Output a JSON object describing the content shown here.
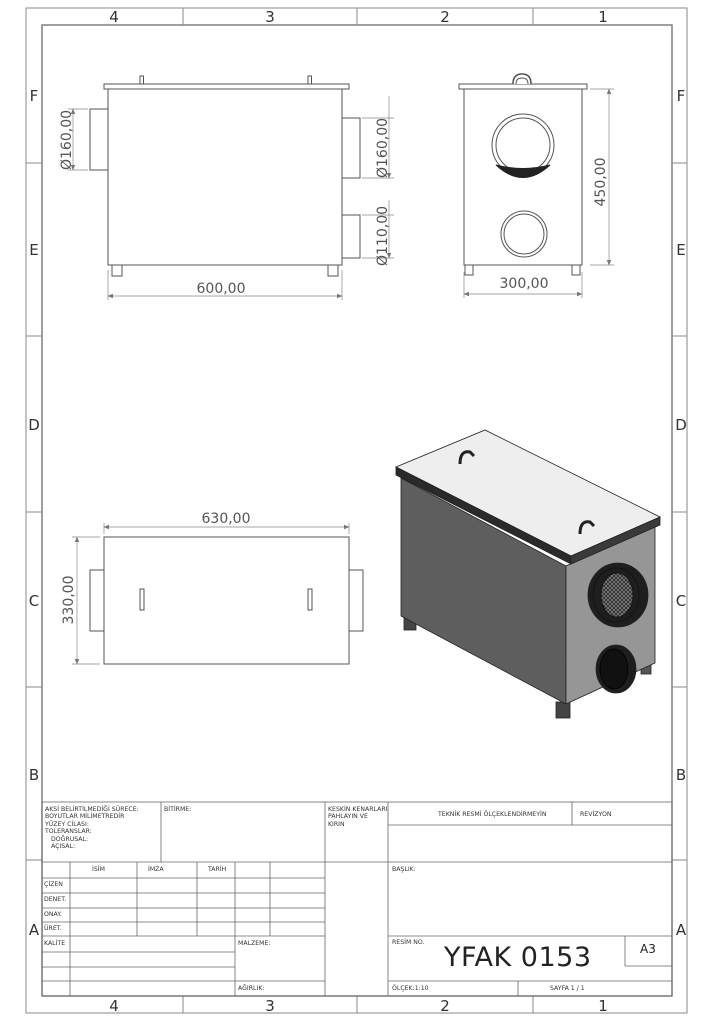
{
  "border": {
    "columns_top": [
      "4",
      "3",
      "2",
      "1"
    ],
    "columns_bottom": [
      "4",
      "3",
      "2",
      "1"
    ],
    "rows_left": [
      "F",
      "E",
      "D",
      "C",
      "B",
      "A"
    ],
    "rows_right": [
      "F",
      "E",
      "D",
      "C",
      "B",
      "A"
    ]
  },
  "dimensions": {
    "front_dia_left": "Ø160,00",
    "front_dia_right_top": "Ø160,00",
    "front_dia_right_bottom": "Ø110,00",
    "front_width": "600,00",
    "side_height": "450,00",
    "side_width": "300,00",
    "top_length": "630,00",
    "top_depth": "330,00"
  },
  "title_block": {
    "general_notes": [
      "AKSİ BELİRTİLMEDİĞİ SÜRECE:",
      "BOYUTLAR MİLİMETREDİR",
      "YÜZEY CİLASI:",
      "TOLERANSLAR:",
      "DOĞRUSAL:",
      "AÇISAL:"
    ],
    "finish_label": "BİTİRME:",
    "edge_note": [
      "KESKİN KENARLARI",
      "PAHLAYIN VE",
      "KIRIN"
    ],
    "scale_note": "TEKNİK RESMİ ÖLÇEKLENDİRMEYİN",
    "revision_label": "REVİZYON",
    "col_name": "İSİM",
    "col_signature": "İMZA",
    "col_date": "TARİH",
    "role_drawn": "ÇİZEN",
    "role_checked": "DENET.",
    "role_approved": "ONAY.",
    "role_manufactured": "ÜRET.",
    "role_quality": "KALİTE",
    "title_label": "BAŞLIK:",
    "material_label": "MALZEME:",
    "drawing_no_label": "RESİM NO.",
    "drawing_no": "YFAK 0153",
    "paper_size": "A3",
    "weight_label": "AĞIRLIK:",
    "scale_label": "ÖLÇEK:1:10",
    "sheet_label": "SAYFA 1 / 1"
  },
  "colors": {
    "line": "#555555",
    "box_side_left": "#5e5e5e",
    "box_side_front": "#969696",
    "box_top": "#eeeeee",
    "duct": "#1e1e1e"
  }
}
